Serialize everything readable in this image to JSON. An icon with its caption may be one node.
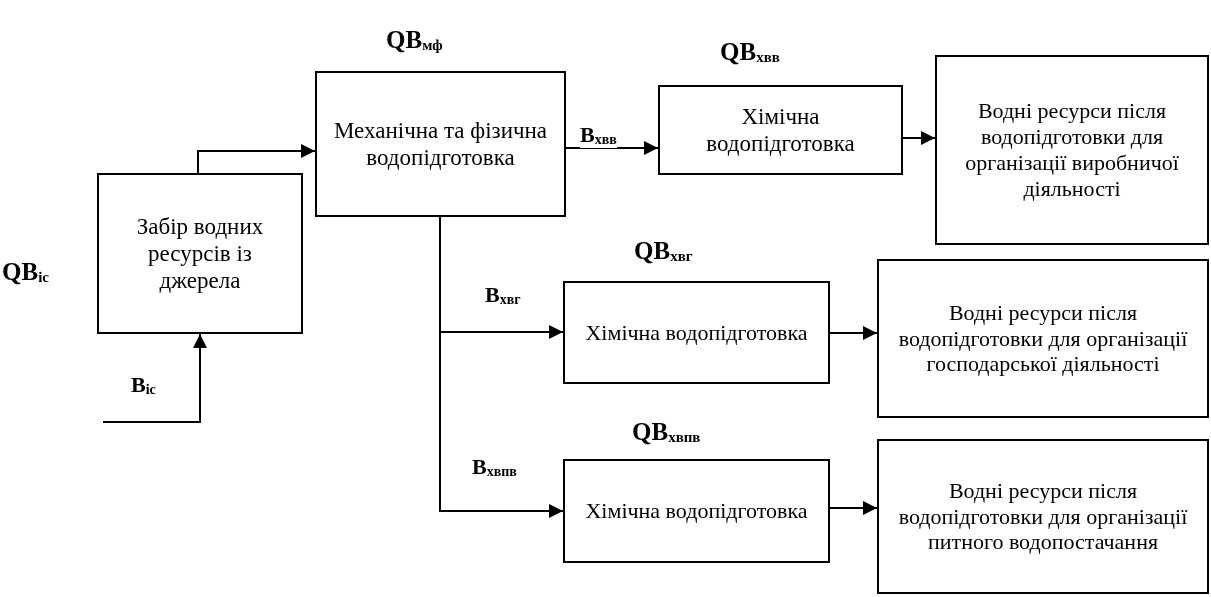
{
  "diagram": {
    "nodes": [
      {
        "text": [
          "Забір водних ресурсів із джерела"
        ],
        "beside": [
          "QB$_{іс}$"
        ]
      },
      {
        "text": [
          "Механічна та фізична водопідготовка"
        ],
        "beside": [
          "QB$_{мф}$"
        ]
      },
      {
        "text": [
          "Хімічна водопідготовка"
        ],
        "beside": [
          "QB$_{хвв}$"
        ]
      },
      {
        "text": [
          "Водні ресурси після водопідготовки для організації виробничої діяльності"
        ]
      },
      {
        "text": [
          "Хімічна водопідготовка"
        ],
        "beside": [
          "QB$_{хвг}$"
        ]
      },
      {
        "text": [
          "Водні ресурси після водопідготовки для організації господарської діяльності"
        ]
      },
      {
        "text": [
          "Хімічна водопідготовка"
        ],
        "beside": [
          "QB$_{хвпв}$"
        ]
      },
      {
        "text": [
          "Водні ресурси після водопідготовки для організації питного водопостачання"
        ]
      }
    ],
    "edges": [
      {
        "from": null,
        "to": 0,
        "arrow": "to",
        "label": "B$_{іс}$"
      },
      {
        "from": 0,
        "to": 1,
        "arrow": "to"
      },
      {
        "from": 1,
        "to": 2,
        "arrow": "to",
        "label": "B$_{хвв}$"
      },
      {
        "from": 1,
        "to": 4,
        "arrow": "to",
        "label": "B$_{хвг}$"
      },
      {
        "from": 1,
        "to": 6,
        "arrow": "to",
        "label": "B$_{хвпв}$"
      },
      {
        "from": 2,
        "to": 3,
        "arrow": "to"
      },
      {
        "from": 4,
        "to": 5,
        "arrow": "to"
      },
      {
        "from": 6,
        "to": 7,
        "arrow": "to"
      }
    ]
  }
}
